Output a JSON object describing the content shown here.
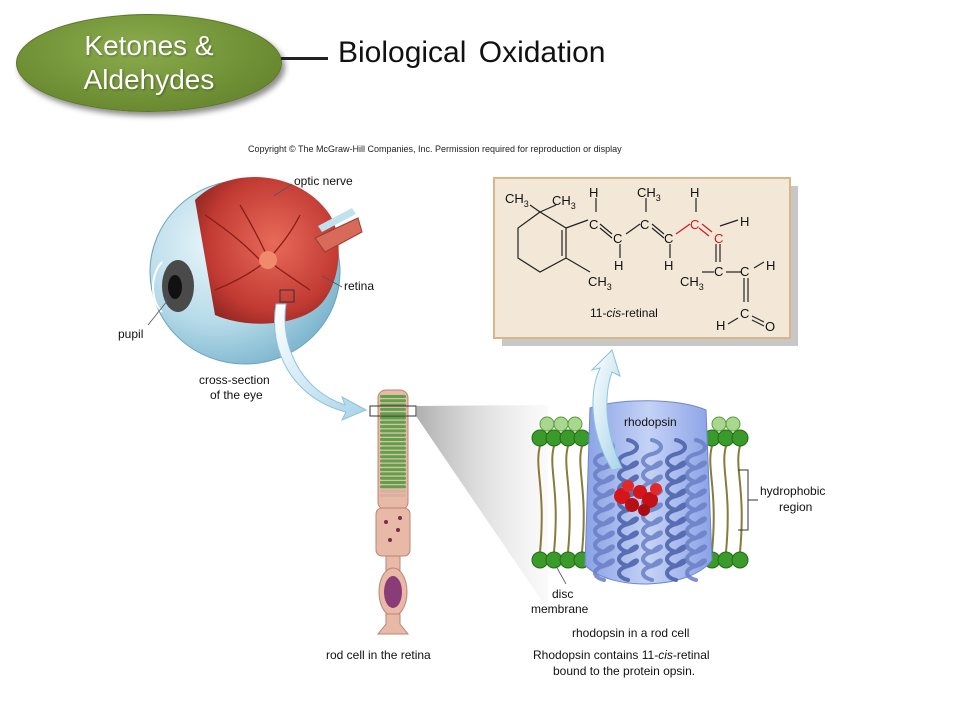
{
  "header": {
    "badge_line1": "Ketones &",
    "badge_line2": "Aldehydes",
    "title": "Biological Oxidation"
  },
  "figure": {
    "copyright": "Copyright © The McGraw-Hill Companies, Inc. Permission required for reproduction or display",
    "labels": {
      "optic_nerve": "optic nerve",
      "retina": "retina",
      "pupil": "pupil",
      "cross_section_1": "cross-section",
      "cross_section_2": "of the eye",
      "rod_cell": "rod cell in the retina",
      "rhodopsin": "rhodopsin",
      "hydrophobic_1": "hydrophobic",
      "hydrophobic_2": "region",
      "disc_1": "disc",
      "disc_2": "membrane",
      "rhodopsin_rod": "rhodopsin in a rod cell",
      "caption_1_pre": "Rhodopsin contains 11-",
      "caption_1_italic": "cis",
      "caption_1_post": "-retinal",
      "caption_2": "bound to the protein opsin."
    },
    "molecule": {
      "name_pre": "11-",
      "name_italic": "cis",
      "name_post": "-retinal",
      "ch3_top_left": "CH",
      "ch3_top_left2": "CH",
      "ch3_top_mid": "CH",
      "ch3_ring": "CH",
      "ch3_lower": "CH",
      "sub3": "3",
      "c": "C",
      "h": "H",
      "o": "O"
    },
    "colors": {
      "eye_red": "#c8403c",
      "membrane_green": "#3a9a2a",
      "protein_blue": "#a9bdf0",
      "retinal_red": "#d4161b",
      "panel_bg": "#f3e8d8",
      "panel_border": "#d9b58a"
    }
  }
}
